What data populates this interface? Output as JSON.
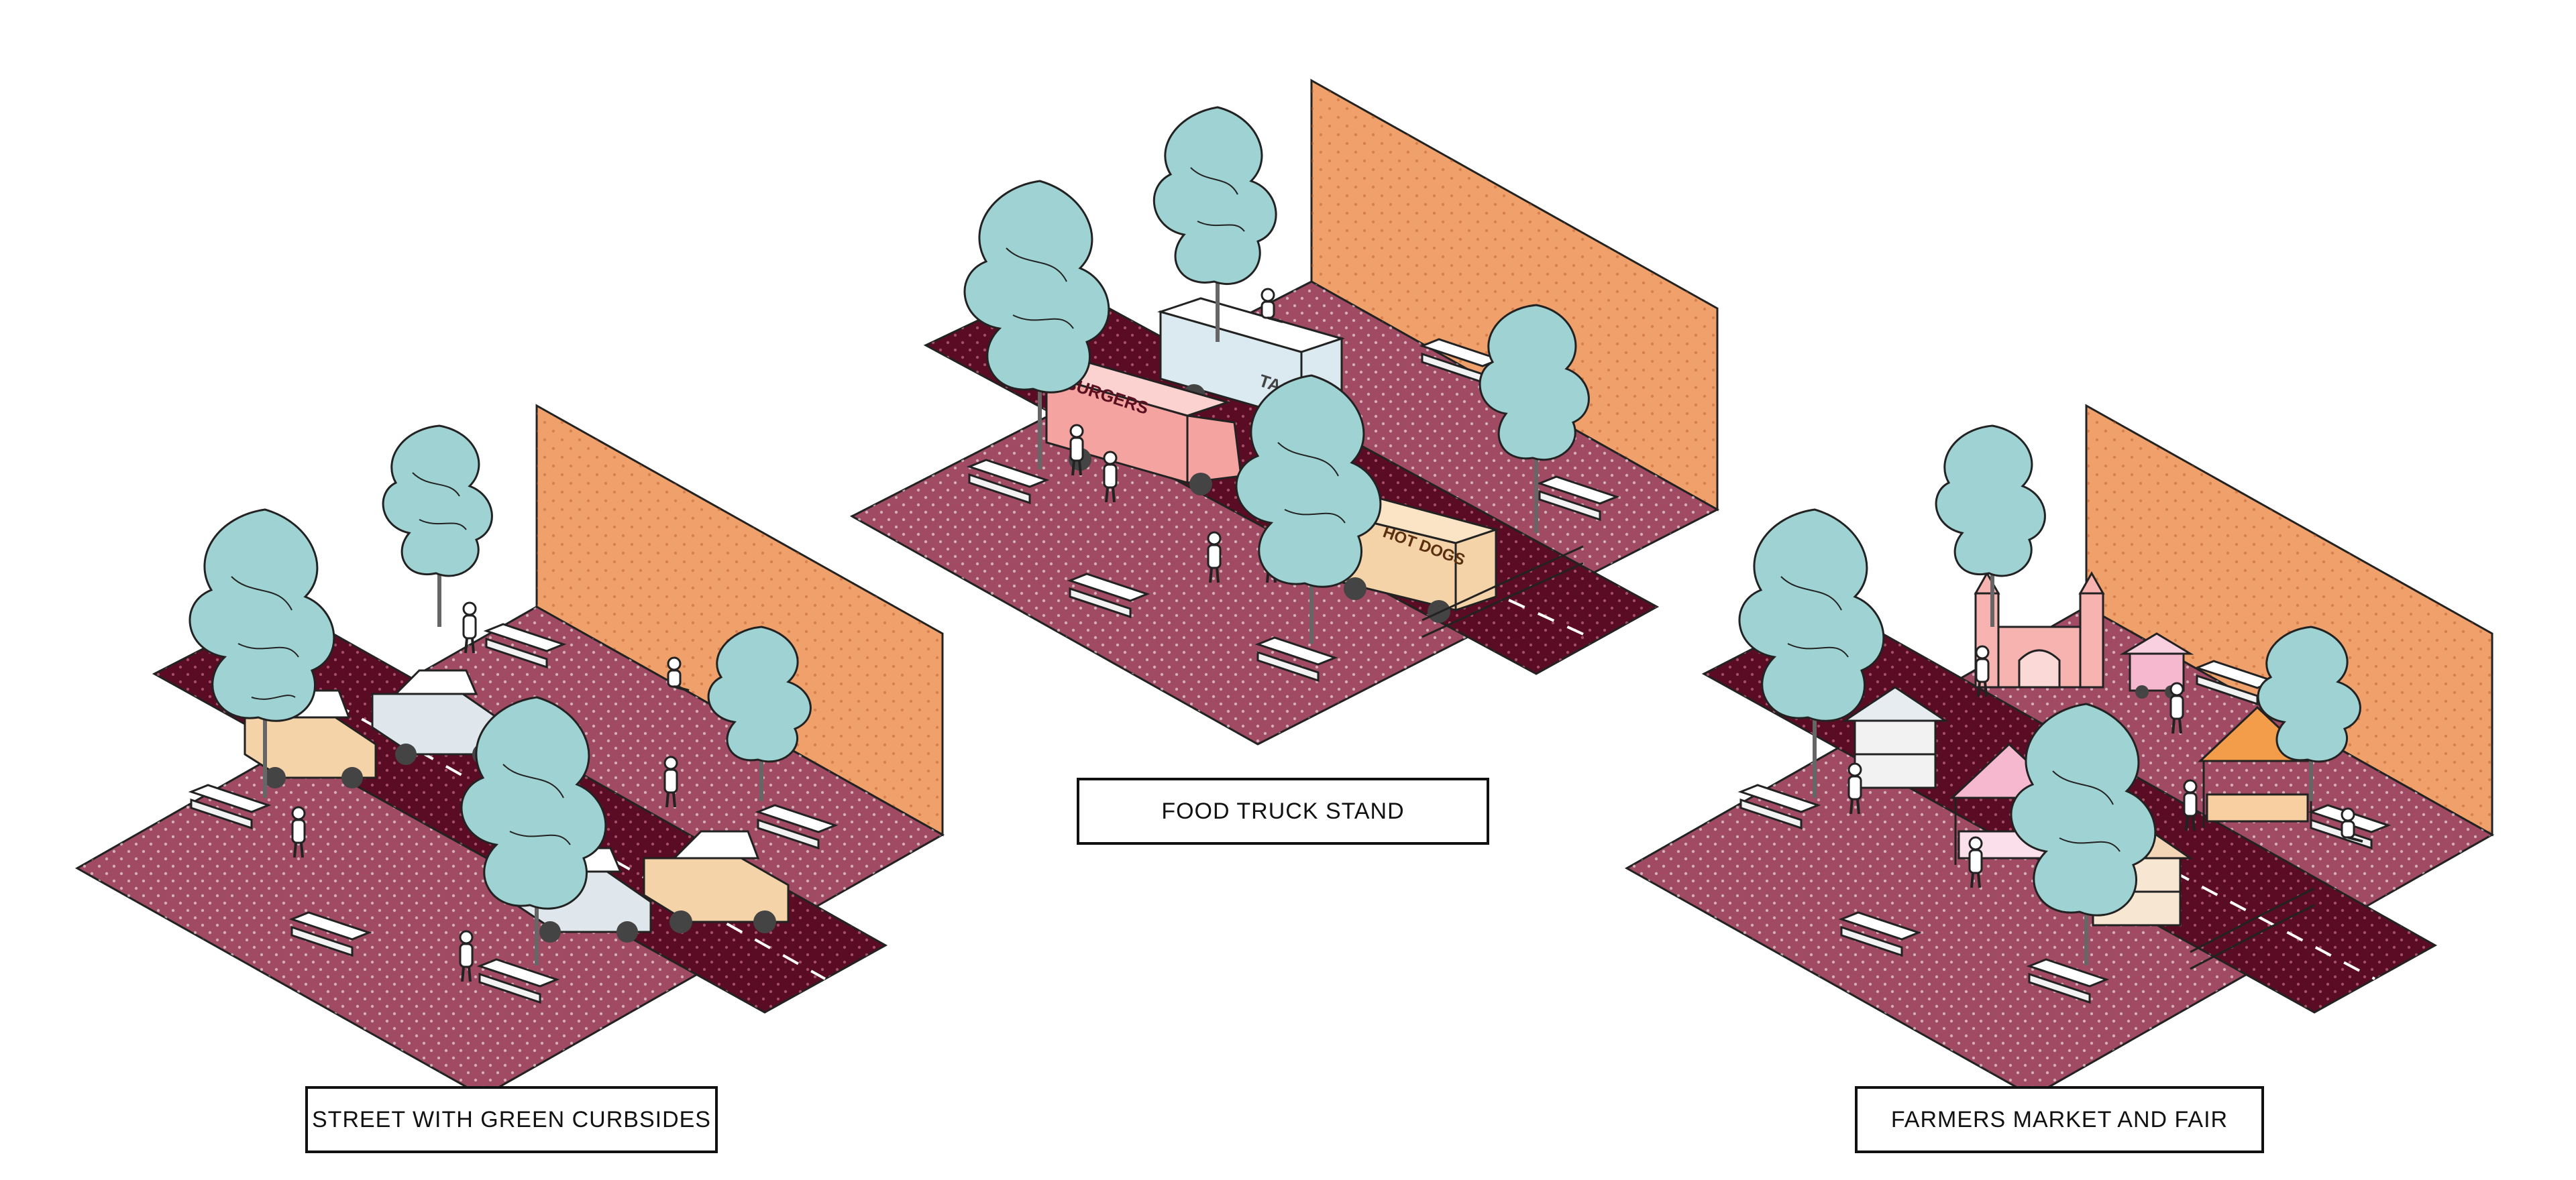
{
  "colors": {
    "sidewalk": "#a04a63",
    "road": "#5a0c24",
    "wall": "#f0a06a",
    "tree": "#9fd2d2",
    "car_tan": "#f5d3a8",
    "car_grey": "#dfe6ec",
    "truck_pink": "#f4a3a0",
    "truck_light": "#dbeaf0",
    "tent_pink": "#f6b8cf",
    "tent_orange": "#f39c4a",
    "booth": "#f7e6d1",
    "outline": "#222222"
  },
  "scenes": [
    {
      "id": "street",
      "caption": "STREET WITH GREEN CURBSIDES"
    },
    {
      "id": "foodtruck",
      "caption": "FOOD TRUCK STAND",
      "truck_labels": [
        "BURGERS",
        "TACOS",
        "HOT DOGS"
      ]
    },
    {
      "id": "market",
      "caption": "FARMERS MARKET AND FAIR"
    }
  ]
}
